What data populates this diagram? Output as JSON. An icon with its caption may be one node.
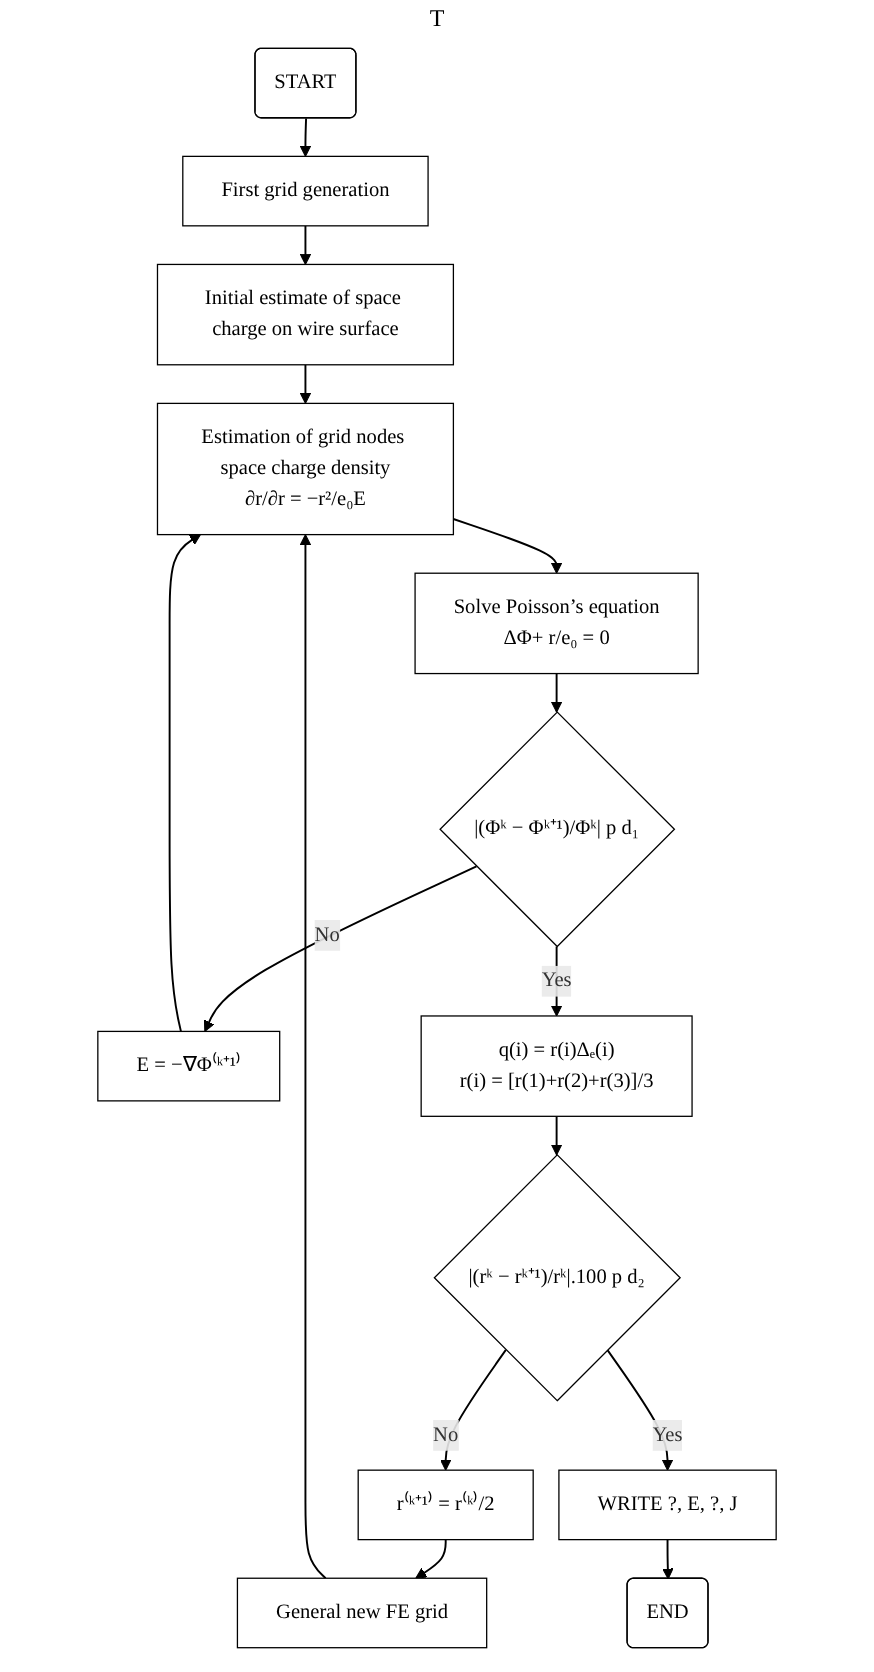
{
  "diagram": {
    "nodes": [
      {
        "text": [
          "START"
        ]
      },
      {
        "text": [
          "First grid generation"
        ]
      },
      {
        "text": [
          "Initial estimate of space charge on wire surface"
        ]
      },
      {
        "text": [
          "Estimation of grid nodes space charge density",
          "∂r/∂r = −r²/e₀E"
        ]
      },
      {
        "text": [
          "Solve Poisson’s equation",
          "ΔΦ+ r/e₀ = 0"
        ]
      },
      {
        "text": [
          "|(Φᵏ − Φᵏ⁺¹)/Φᵏ| p d₁"
        ]
      },
      {
        "text": [
          "E = −∇Φ⁽ᵏ⁺¹⁾"
        ]
      },
      {
        "text": [
          "q(i) = r(i)Δₑ(i)",
          "r(i) = [r(1)+r(2)+r(3)]/3"
        ]
      },
      {
        "text": [
          "|(rᵏ − rᵏ⁺¹)/rᵏ|.100 p d₂"
        ]
      },
      {
        "text": [
          "r⁽ᵏ⁺¹⁾ = r⁽ᵏ⁾/2"
        ]
      },
      {
        "text": [
          "General new FE grid"
        ]
      },
      {
        "text": [
          "WRITE ?, E, ?, J"
        ]
      },
      {
        "text": [
          "END"
        ]
      }
    ],
    "edges": [
      {
        "from": 0,
        "to": 1,
        "arrow": "to"
      },
      {
        "from": 1,
        "to": 2,
        "arrow": "to"
      },
      {
        "from": 2,
        "to": 3,
        "arrow": "to"
      },
      {
        "from": 3,
        "to": 4,
        "arrow": "to"
      },
      {
        "from": 4,
        "to": 5,
        "arrow": "to"
      },
      {
        "from": 5,
        "to": 6,
        "arrow": "to",
        "label": "No"
      },
      {
        "from": 6,
        "to": 3,
        "arrow": "to"
      },
      {
        "from": 5,
        "to": 7,
        "arrow": "to",
        "label": "Yes"
      },
      {
        "from": 7,
        "to": 8,
        "arrow": "to"
      },
      {
        "from": 8,
        "to": 9,
        "arrow": "to",
        "label": "No"
      },
      {
        "from": 9,
        "to": 10,
        "arrow": "to"
      },
      {
        "from": 10,
        "to": 3,
        "arrow": "to"
      },
      {
        "from": 8,
        "to": 11,
        "arrow": "to",
        "label": "Yes"
      },
      {
        "from": 11,
        "to": 12,
        "arrow": "to"
      }
    ],
    "labels": [
      "T"
    ]
  }
}
